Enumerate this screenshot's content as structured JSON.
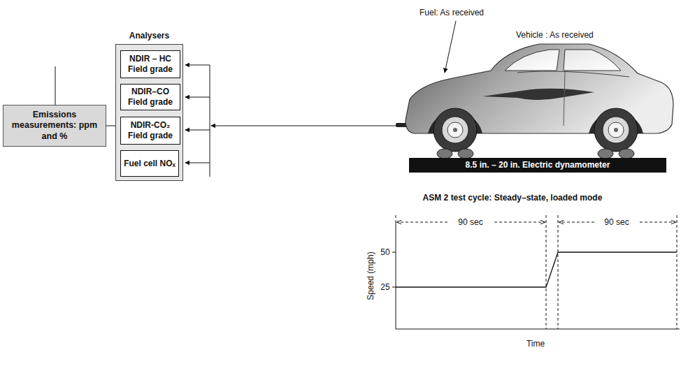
{
  "diagram": {
    "nodes": [
      {
        "text": [
          "Analysers"
        ]
      },
      {
        "text": [
          "NDIR – HC Field grade"
        ],
        "in": 0
      },
      {
        "text": [
          "NDIR–CO Field grade"
        ],
        "in": 0
      },
      {
        "text": [
          "NDIR-CO₂ Field grade"
        ],
        "in": 0
      },
      {
        "text": [
          "Fuel cell NOₓ"
        ],
        "in": 0
      },
      {
        "text": [
          "Emissions measurements: ppm and %"
        ]
      },
      {
        "text": [
          "8.5 in. – 20 in. Electric dynamometer"
        ]
      }
    ],
    "edges": [
      {
        "from": 5,
        "to": 0,
        "arrow": "none"
      }
    ],
    "labels": [
      "Fuel: As received",
      "Vehicle : As received",
      "ASM 2 test cycle: Steady–state, loaded mode",
      "90 sec",
      "90 sec",
      "50",
      "25",
      "Speed (mph)",
      "Time"
    ]
  }
}
